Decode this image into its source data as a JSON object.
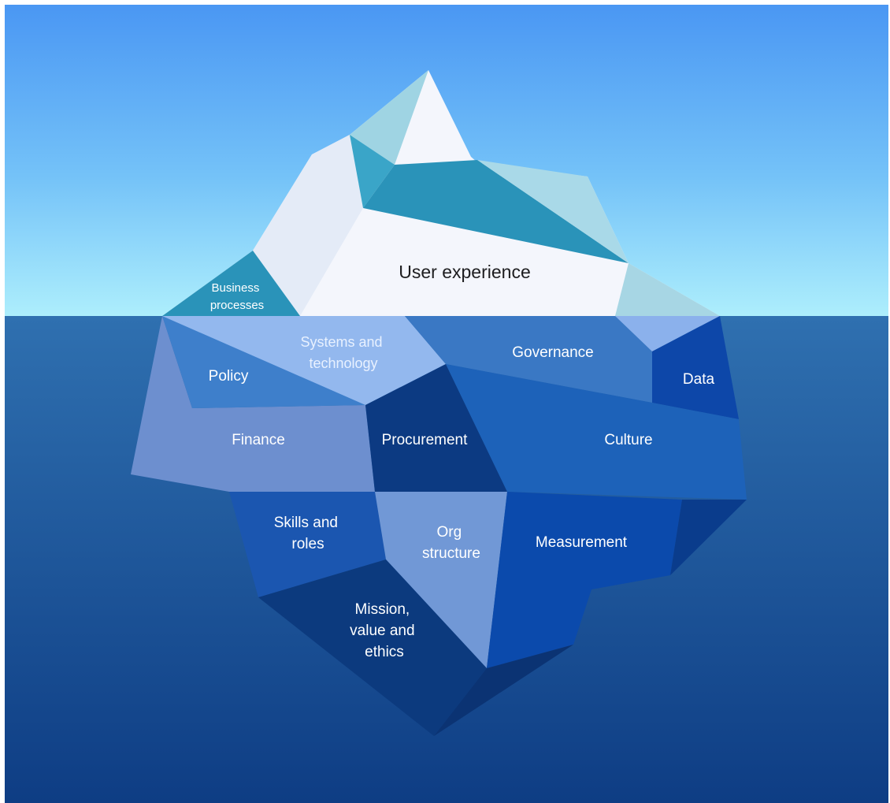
{
  "diagram": {
    "labels": {
      "user_experience": "User experience",
      "business_processes": [
        "Business",
        "processes"
      ],
      "systems_and_technology": [
        "Systems and",
        "technology"
      ],
      "policy": "Policy",
      "governance": "Governance",
      "data": "Data",
      "finance": "Finance",
      "procurement": "Procurement",
      "culture": "Culture",
      "skills_and_roles": [
        "Skills and",
        "roles"
      ],
      "org_structure": [
        "Org",
        "structure"
      ],
      "measurement": "Measurement",
      "mission_value_ethics": [
        "Mission,",
        "value and",
        "ethics"
      ]
    }
  },
  "colors": {
    "sky_top": "#4e9bf2",
    "sky_bottom": "#a9ecfc",
    "sea_top": "#2e6fae",
    "sea_bottom": "#0f3f86",
    "ice_white": "#f5f7fc",
    "ice_teal": "#2a93b9",
    "label_dark": "#1d1d1f",
    "label_light": "#ffffff"
  }
}
